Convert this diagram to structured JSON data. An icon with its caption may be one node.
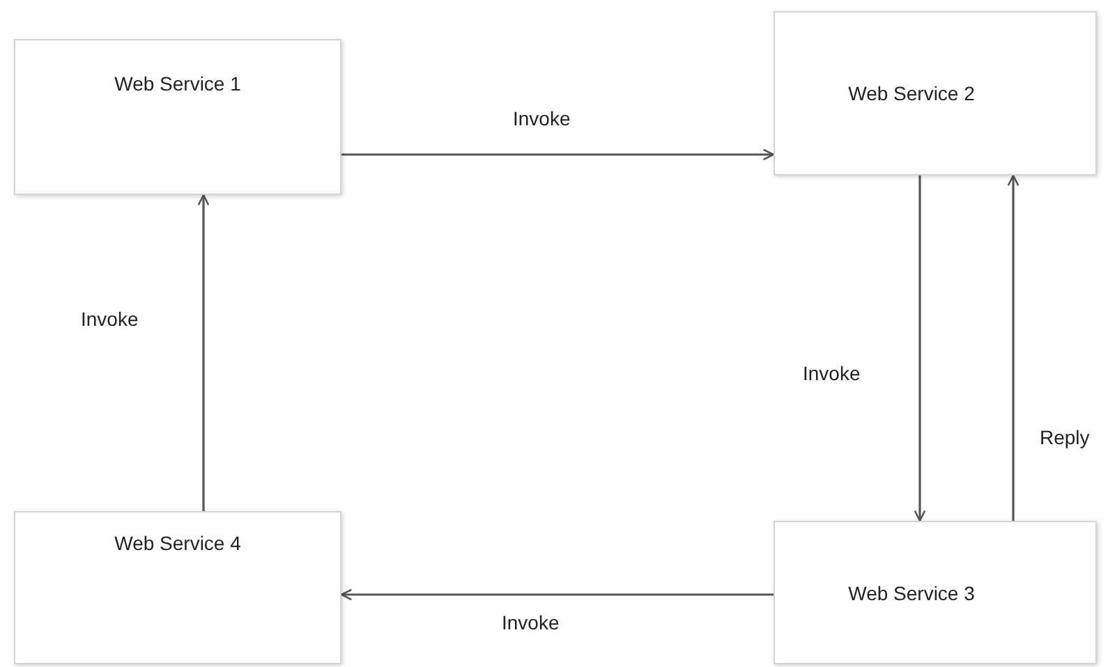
{
  "diagram": {
    "nodes": [
      {
        "text": [
          "Web Service 1"
        ]
      },
      {
        "text": [
          "Web Service 2"
        ]
      },
      {
        "text": [
          "Web Service 3"
        ]
      },
      {
        "text": [
          "Web Service 4"
        ]
      }
    ],
    "edges": [
      {
        "from": 0,
        "to": 1,
        "arrow": "to",
        "label": "Invoke"
      },
      {
        "from": 1,
        "to": 2,
        "arrow": "to",
        "label": "Invoke"
      },
      {
        "from": 2,
        "to": 1,
        "arrow": "to",
        "label": "Reply"
      },
      {
        "from": 2,
        "to": 3,
        "arrow": "to",
        "label": "Invoke"
      },
      {
        "from": 3,
        "to": 0,
        "arrow": "to",
        "label": "Invoke"
      }
    ]
  }
}
